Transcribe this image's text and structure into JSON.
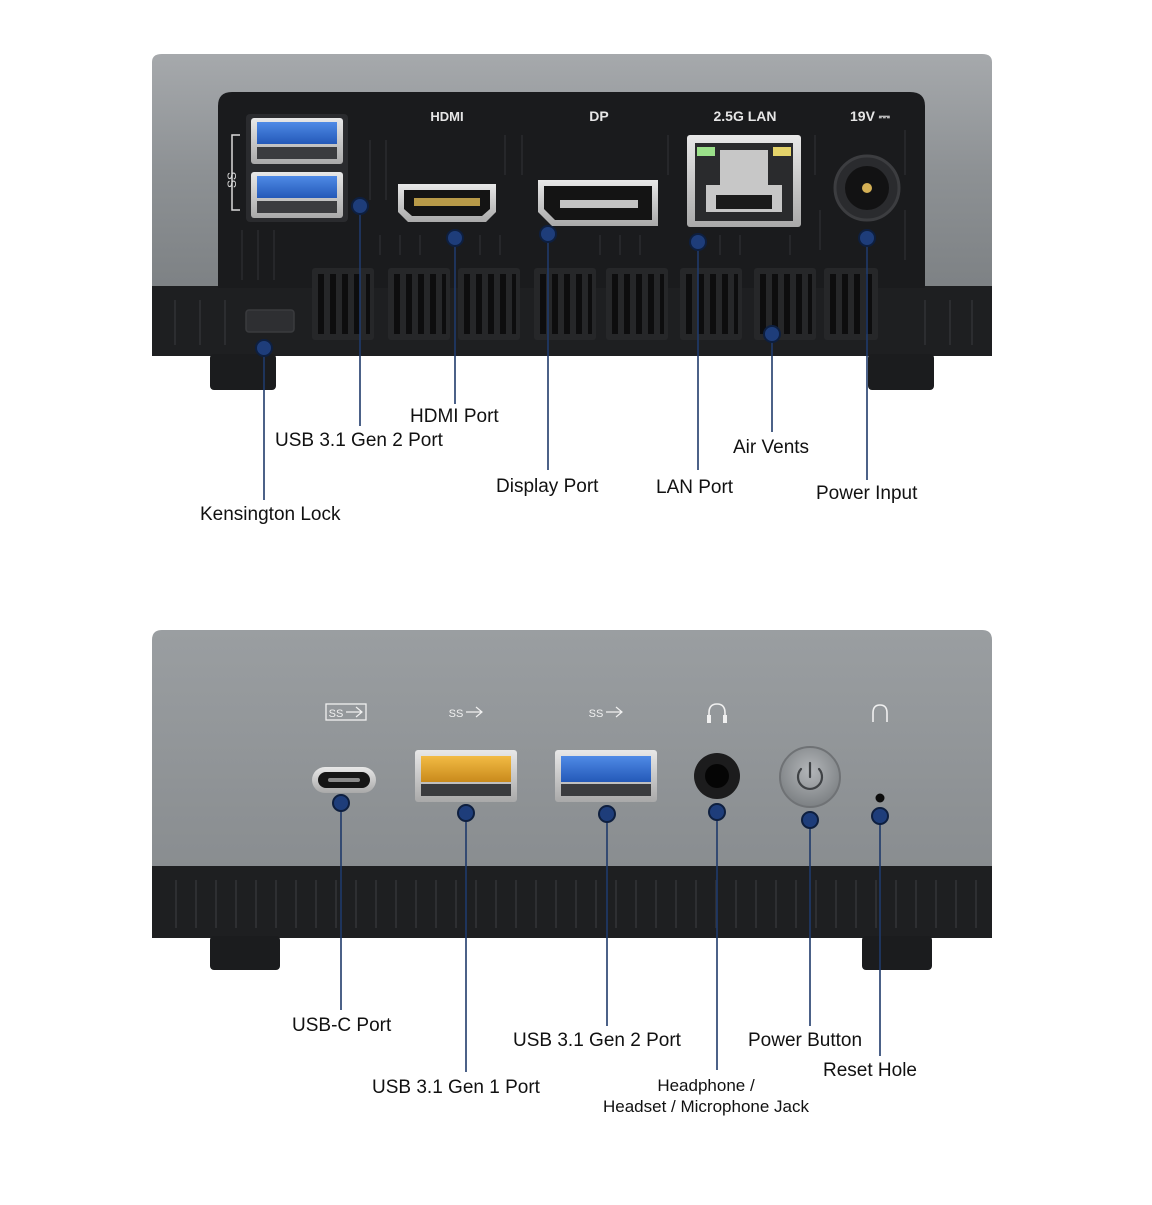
{
  "rear_panel": {
    "port_markings": {
      "hdmi": "HDMI",
      "dp": "DP",
      "lan": "2.5G LAN",
      "power": "19V ⎓",
      "usb_ss": "SS"
    },
    "callouts": {
      "kensington_lock": "Kensington Lock",
      "usb_gen2": "USB 3.1 Gen 2 Port",
      "hdmi_port": "HDMI Port",
      "display_port": "Display Port",
      "lan_port": "LAN Port",
      "air_vents": "Air Vents",
      "power_input": "Power Input"
    }
  },
  "front_panel": {
    "port_markings": {
      "usb_c_ss": "SS",
      "usb_a1_ss": "SS",
      "usb_a2_ss": "SS"
    },
    "callouts": {
      "usb_c": "USB-C Port",
      "usb_gen1": "USB 3.1 Gen 1 Port",
      "usb_gen2": "USB 3.1 Gen 2 Port",
      "headphone_line1": "Headphone /",
      "headphone_line2": "Headset / Microphone Jack",
      "power_button": "Power Button",
      "reset_hole": "Reset Hole"
    }
  },
  "colors": {
    "chassis_silver": "#8f9396",
    "chassis_dark": "#1e1f21",
    "port_panel": "#1a1b1d",
    "callout_line": "#1f3a6b",
    "callout_dot": "#1e3d7a",
    "usb_blue": "#2f6fd1",
    "usb_yellow": "#e3a42b",
    "led_green": "#9be08a",
    "led_yellow": "#e4d36a"
  }
}
